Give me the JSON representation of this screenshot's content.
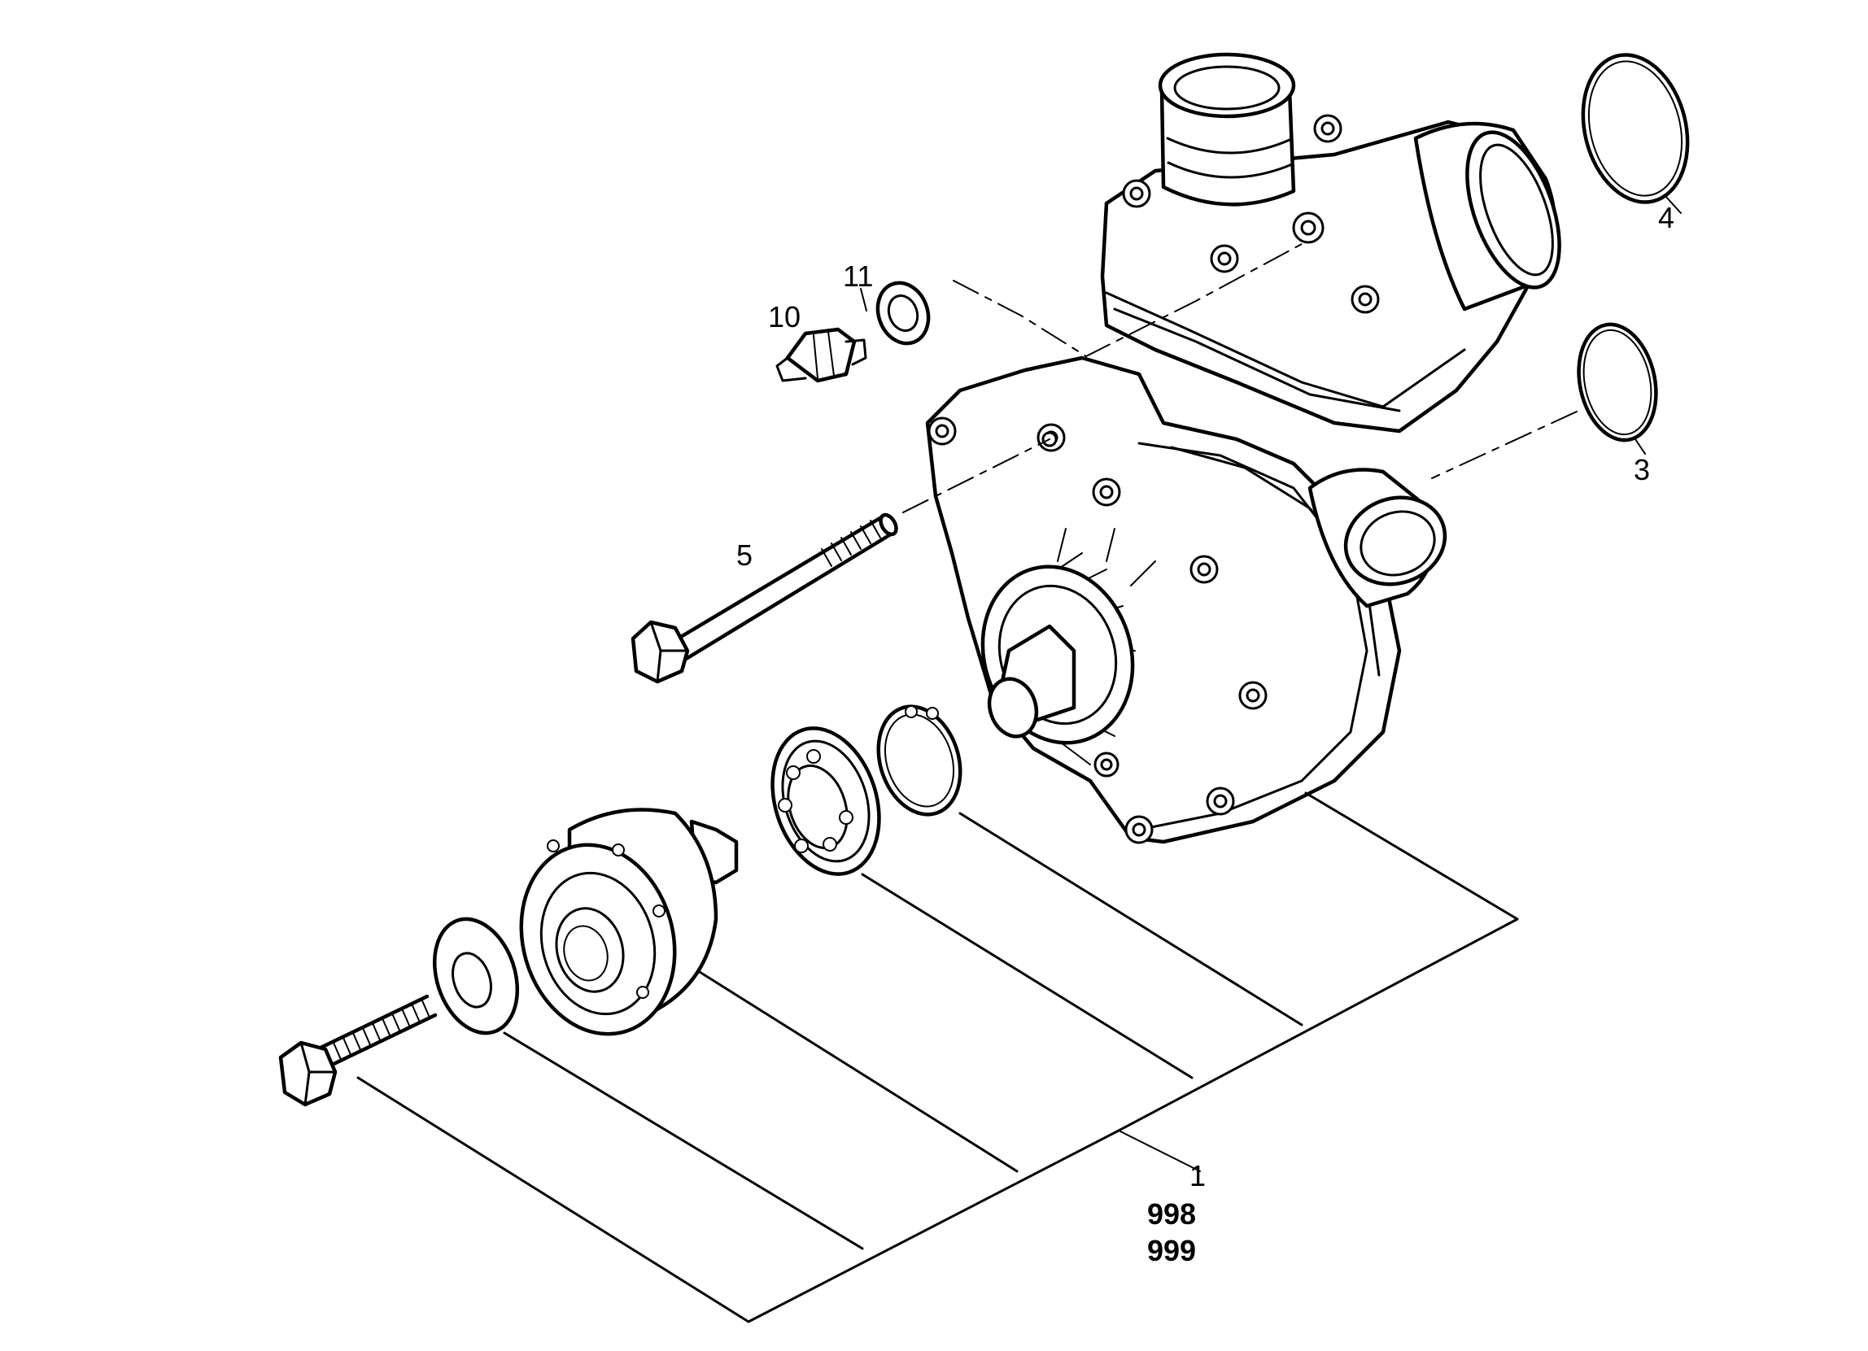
{
  "diagram": {
    "callouts": [
      {
        "id": "callout-4",
        "text": "4"
      },
      {
        "id": "callout-11",
        "text": "11"
      },
      {
        "id": "callout-10",
        "text": "10"
      },
      {
        "id": "callout-3",
        "text": "3"
      },
      {
        "id": "callout-5",
        "text": "5"
      },
      {
        "id": "callout-1",
        "text": "1"
      },
      {
        "id": "callout-998",
        "text": "998"
      },
      {
        "id": "callout-999",
        "text": "999"
      }
    ],
    "colors": {
      "line": "#000000",
      "background": "#ffffff"
    }
  }
}
